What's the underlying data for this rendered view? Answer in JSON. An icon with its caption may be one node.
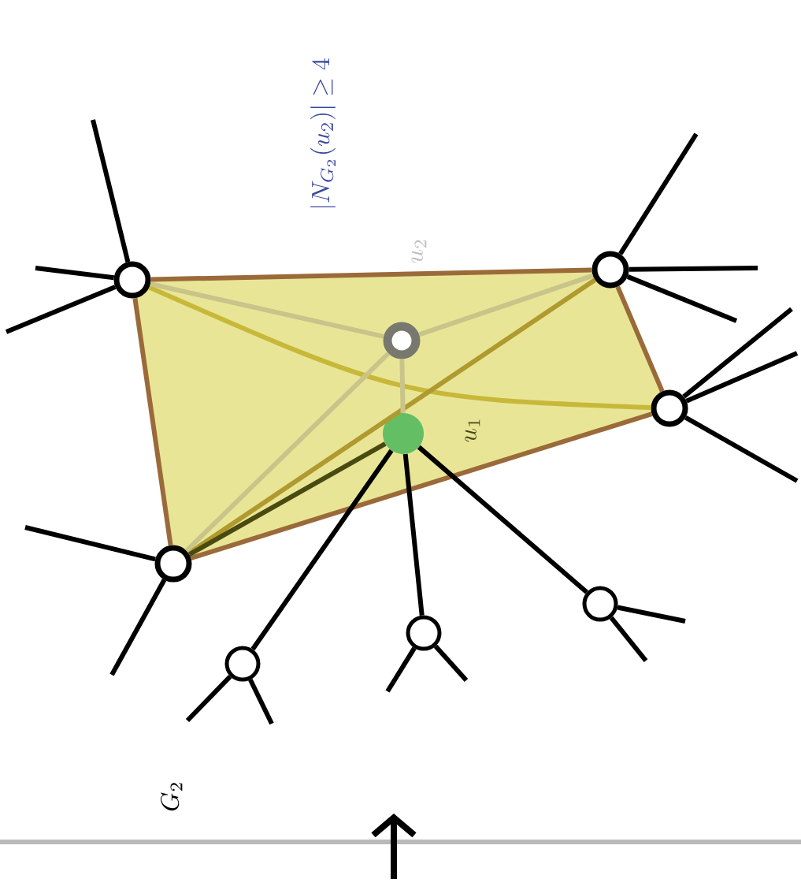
{
  "diagram": {
    "nodes": [
      {
        "text": [],
        "shape": "circle"
      },
      {
        "text": [],
        "shape": "circle"
      },
      {
        "text": [],
        "shape": "circle"
      },
      {
        "text": [],
        "shape": "circle"
      },
      {
        "text": [],
        "shape": "circle"
      },
      {
        "text": [],
        "shape": "circle"
      },
      {
        "text": [],
        "shape": "circle"
      },
      {
        "text": [],
        "shape": "circle"
      },
      {
        "text": [],
        "shape": "circle"
      }
    ],
    "edges": [
      {
        "from": 0,
        "to": 1,
        "arrow": "none",
        "color": "#9b6a3a"
      },
      {
        "from": 1,
        "to": 2,
        "arrow": "none",
        "color": "#9b6a3a"
      },
      {
        "from": 2,
        "to": 3,
        "arrow": "none",
        "color": "#9b6a3a"
      },
      {
        "from": 3,
        "to": 0,
        "arrow": "none",
        "color": "#9b6a3a"
      },
      {
        "from": 0,
        "to": 2,
        "arrow": "none",
        "color": "#c8b83a"
      },
      {
        "from": 1,
        "to": 3,
        "arrow": "none",
        "color": "#b09a30"
      },
      {
        "from": 4,
        "to": 0,
        "arrow": "none",
        "color": "#c8c48a"
      },
      {
        "from": 4,
        "to": 1,
        "arrow": "none",
        "color": "#c8c48a"
      },
      {
        "from": 4,
        "to": 3,
        "arrow": "none",
        "color": "#c8c48a"
      },
      {
        "from": 4,
        "to": 5,
        "arrow": "none",
        "color": "#c8c48a"
      },
      {
        "from": 5,
        "to": 3,
        "arrow": "none",
        "color": "#4a4a10"
      },
      {
        "from": 5,
        "to": 6,
        "arrow": "none"
      },
      {
        "from": 5,
        "to": 7,
        "arrow": "none"
      },
      {
        "from": 5,
        "to": 8,
        "arrow": "none"
      },
      {
        "from": 0,
        "to": null,
        "arrow": "none"
      },
      {
        "from": 0,
        "to": null,
        "arrow": "none"
      },
      {
        "from": 0,
        "to": null,
        "arrow": "none"
      },
      {
        "from": 1,
        "to": null,
        "arrow": "none"
      },
      {
        "from": 1,
        "to": null,
        "arrow": "none"
      },
      {
        "from": 1,
        "to": null,
        "arrow": "none"
      },
      {
        "from": 2,
        "to": null,
        "arrow": "none"
      },
      {
        "from": 2,
        "to": null,
        "arrow": "none"
      },
      {
        "from": 2,
        "to": null,
        "arrow": "none"
      },
      {
        "from": 3,
        "to": null,
        "arrow": "none"
      },
      {
        "from": 3,
        "to": null,
        "arrow": "none"
      },
      {
        "from": 6,
        "to": null,
        "arrow": "none"
      },
      {
        "from": 6,
        "to": null,
        "arrow": "none"
      },
      {
        "from": 7,
        "to": null,
        "arrow": "none"
      },
      {
        "from": 7,
        "to": null,
        "arrow": "none"
      },
      {
        "from": 8,
        "to": null,
        "arrow": "none"
      },
      {
        "from": 8,
        "to": null,
        "arrow": "none"
      }
    ],
    "labels": [
      "|N_{G_2}(u_2)|\\geq 4",
      "u_2",
      "u_1",
      "G_2"
    ]
  }
}
